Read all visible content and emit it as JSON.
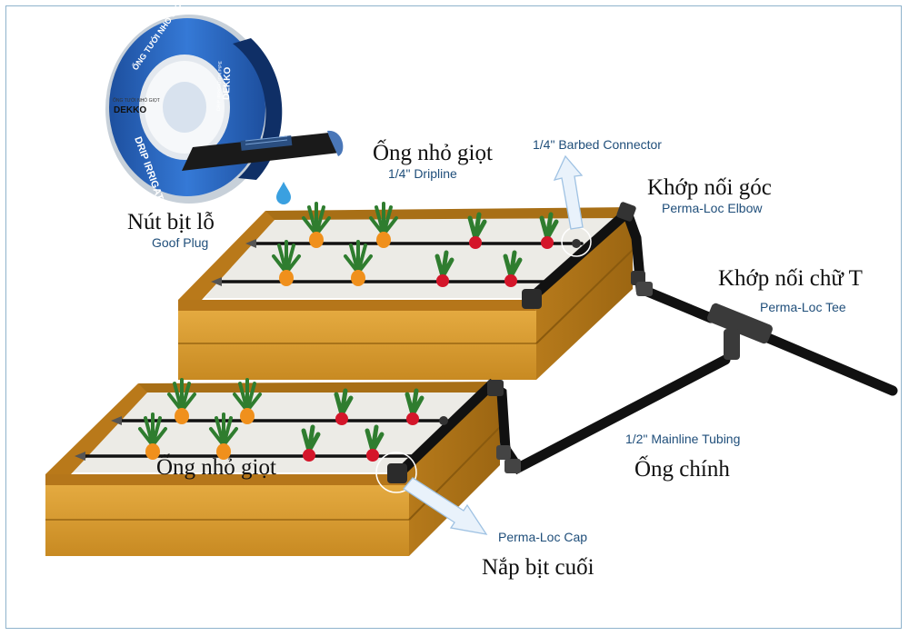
{
  "spool": {
    "brand": "DEKKO",
    "band_text_top": "ỐNG TƯỚI NHỎ GIỌT",
    "band_text_bottom": "DRIP IRRIGATION",
    "inner_text": "ỐNG TƯỚI NHỎ GIỌT",
    "side_text": "DRIP IRRIGATION PIPE"
  },
  "labels": {
    "dripline_vi": "Ống nhỏ giọt",
    "dripline_en": "1/4\" Dripline",
    "barbed_en": "1/4\" Barbed Connector",
    "elbow_vi": "Khớp nối góc",
    "elbow_en": "Perma-Loc Elbow",
    "plug_vi": "Nút bịt lỗ",
    "plug_en": "Goof Plug",
    "tee_vi": "Khớp nối chữ T",
    "tee_en": "Perma-Loc Tee",
    "mainline_en": "1/2\" Mainline Tubing",
    "mainline_vi": "Ống chính",
    "dripline2_vi": "Ống nhỏ giọt",
    "cap_en": "Perma-Loc Cap",
    "cap_vi": "Nắp bịt cuối"
  },
  "colors": {
    "wood": "#d69a2b",
    "wood_dark": "#a86f16",
    "wood_light": "#e6b04a",
    "soil": "#ecebe6",
    "pipe": "#111111",
    "spool_blue": "#2a66c4",
    "label_blue": "#1f4e7a",
    "carrot": "#f0901c",
    "radish": "#d4162a",
    "leaf": "#2f7d2f"
  }
}
